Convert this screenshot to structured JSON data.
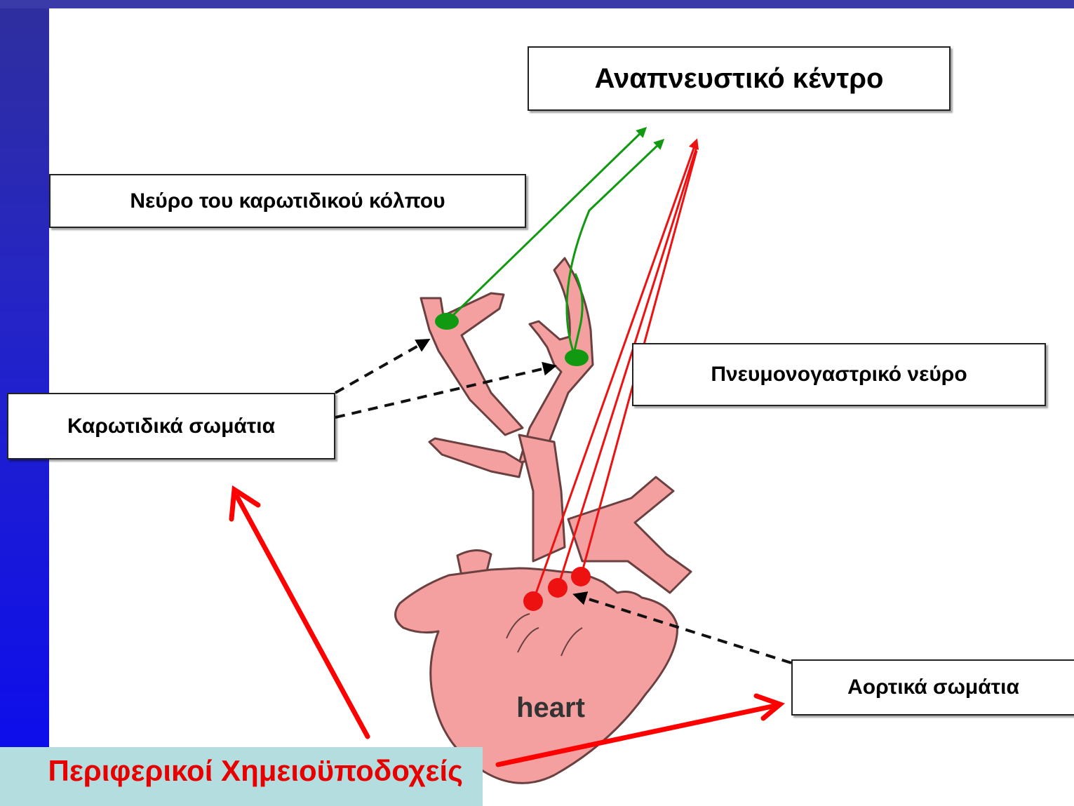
{
  "title_box": {
    "text": "Αναπνευστικό κέντρο"
  },
  "labels": {
    "carotid_sinus_nerve": "Νεύρο του καρωτιδικού κόλπου",
    "carotid_bodies": "Καρωτιδικά σωμάτια",
    "vagus_nerve": "Πνευμονογαστρικό νεύρο",
    "aortic_bodies": "Αορτικά σωμάτια",
    "heart": "heart"
  },
  "footer": {
    "text": "Περιφερικοί Χημειοϋποδοχείς"
  },
  "colors": {
    "heart_fill": "#f4a0a0",
    "nerve_green": "#119911",
    "nerve_red": "#ee1111",
    "arrow_red": "#ff0000",
    "footer_bg": "#b4dde0",
    "footer_text": "#e60000",
    "slide_bg": "#2424c8"
  }
}
